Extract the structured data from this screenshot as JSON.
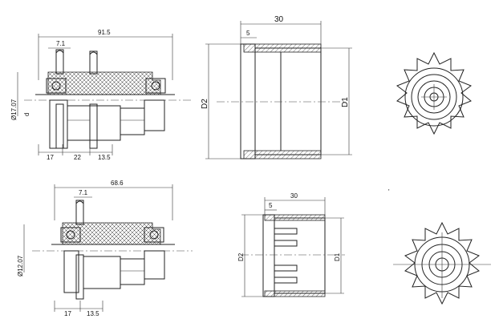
{
  "views": {
    "top_left": {
      "dim_total": "91.5",
      "dim_tooth": "7.1",
      "dim_1": "17",
      "dim_2": "22",
      "dim_3": "13.5",
      "dim_bore": "Ø17.07",
      "dim_d": "d"
    },
    "top_middle": {
      "dim_width": "30",
      "dim_flange": "5",
      "dim_d2": "D2",
      "dim_d1": "D1"
    },
    "bottom_left": {
      "dim_total": "68.6",
      "dim_tooth": "7.1",
      "dim_1": "17",
      "dim_3": "13.5",
      "dim_bore": "Ø12.07"
    },
    "bottom_middle": {
      "dim_width": "30",
      "dim_flange": "5",
      "dim_d2": "D2",
      "dim_d1": "D1"
    },
    "bottom_right": {
      "mark": "'"
    }
  }
}
